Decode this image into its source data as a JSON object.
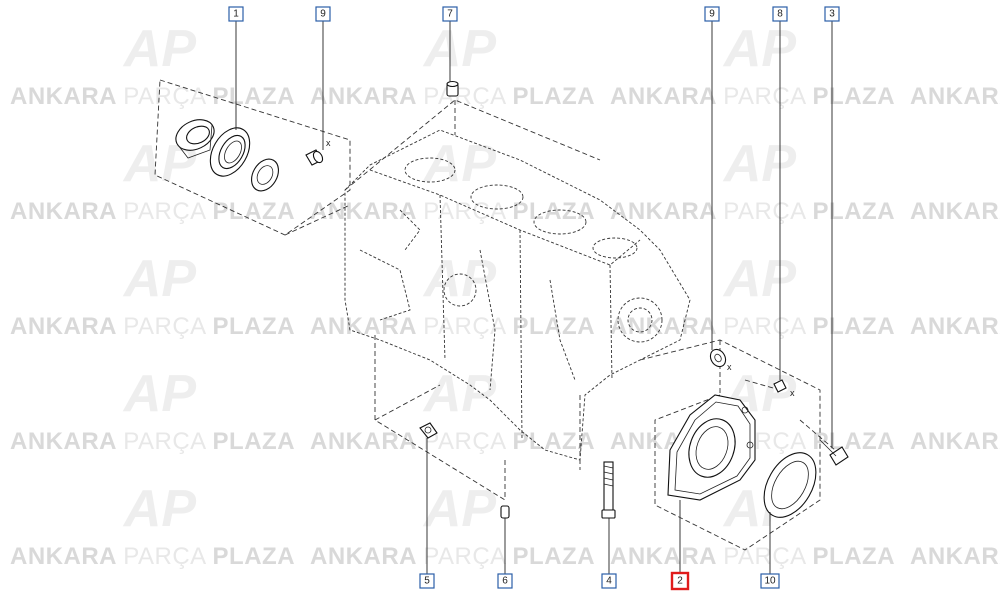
{
  "watermark": {
    "brand_strong_1": "ANKARA",
    "brand_light": "PARÇA",
    "brand_strong_2": "PLAZA",
    "logo_letters": "AP",
    "colors": {
      "strong": "#d9d9d9",
      "light": "#e8e8e8",
      "logo": "#eeeeee"
    }
  },
  "callouts": [
    {
      "id": "c1",
      "label": "1"
    },
    {
      "id": "c9a",
      "label": "9"
    },
    {
      "id": "c7",
      "label": "7"
    },
    {
      "id": "c9b",
      "label": "9"
    },
    {
      "id": "c8",
      "label": "8"
    },
    {
      "id": "c3",
      "label": "3"
    },
    {
      "id": "c5",
      "label": "5"
    },
    {
      "id": "c6",
      "label": "6"
    },
    {
      "id": "c4",
      "label": "4"
    },
    {
      "id": "c2",
      "label": "2",
      "highlighted": true
    },
    {
      "id": "c10",
      "label": "10"
    }
  ],
  "annotations": {
    "x_mark": "x"
  },
  "colors": {
    "callout_border": "#2b5fa8",
    "highlight_border": "#e01b1b",
    "line": "#222222"
  }
}
